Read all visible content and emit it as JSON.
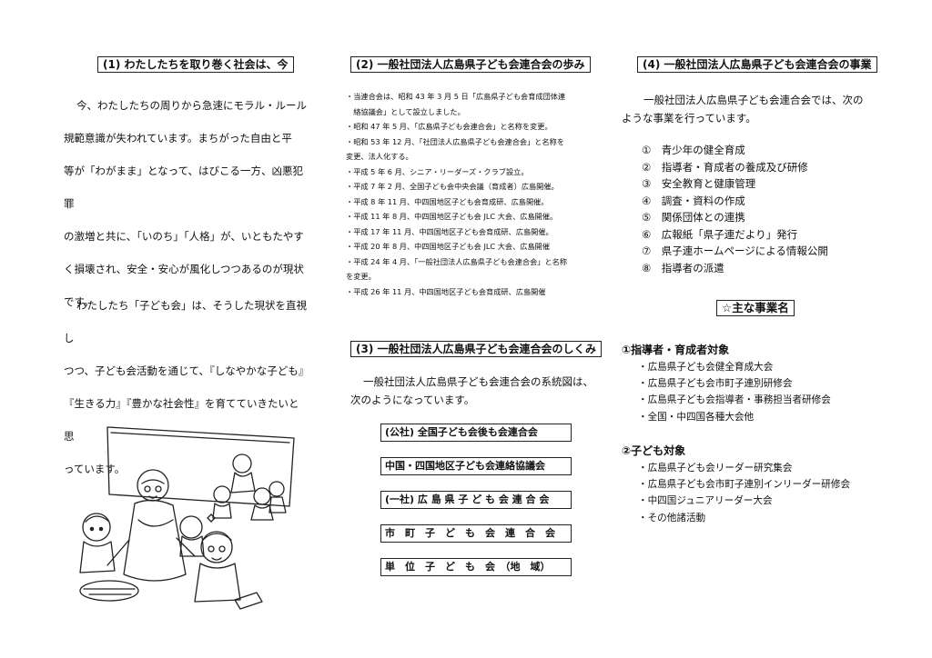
{
  "col1": {
    "heading": "(1) わたしたちを取り巻く社会は、今",
    "p1_lines": [
      "今、わたしたちの周りから急速にモラル・ルール",
      "規範意識が失われています。まちがった自由と平",
      "等が「わがまま」となって、はびこる一方、凶悪犯罪",
      "の激増と共に、「いのち」「人格」が、いともたやす",
      "く損壊され、安全・安心が風化しつつあるのが現状",
      "です。"
    ],
    "p2_lines": [
      "わたしたち「子ども会」は、そうした現状を直視し",
      "つつ、子ども会活動を通じて、『しなやかな子ども』",
      "『生きる力』『豊かな社会性』を育てていきたいと思",
      "っています。"
    ]
  },
  "col2": {
    "heading": "(2) 一般社団法人広島県子ども会連合会の歩み",
    "history": [
      "・当連合会は、昭和 43 年 3 月 5 日「広島県子ども会育成団体連",
      "　絡協議会」として設立しました。",
      "・昭和 47 年 5 月、「広島県子ども会連合会」と名称を変更。",
      "・昭和 53 年 12 月、「社団法人広島県子ども会連合会」と名称を",
      "変更、法人化する。",
      "・平成 5 年 6 月、シニア・リーダーズ・クラブ設立。",
      "・平成 7 年 2 月、全国子ども会中央会議（育成者）広島開催。",
      "・平成 8 年 11 月、中四国地区子ども会育成研、広島開催。",
      "・平成 11 年 8 月、中四国地区子ども会 JLC 大会、広島開催。",
      "・平成 17 年 11 月、中四国地区子ども会育成研、広島開催。",
      "・平成 20 年 8 月、中四国地区子ども会 JLC 大会、広島開催",
      "・平成 24 年 4 月、「一般社団法人広島県子ども会連合会」と名称",
      "を変更。",
      "・平成 26 年 11 月、中四国地区子ども会育成研、広島開催"
    ],
    "heading3": "(3) 一般社団法人広島県子ども会連合会のしくみ",
    "intro_lines": [
      "一般社団法人広島県子ども会連合会の系統図は、",
      "次のようになっています。"
    ],
    "orgs": [
      "(公社) 全国子ども会後も会連合会",
      "中国・四国地区子ども会連絡協議会",
      "(一社) 広 島 県 子 ど も 会 連 合 会",
      "市　町　子　ど　も　会　連　合　会",
      "単　位　子　ど　も　会　（地　域）"
    ]
  },
  "col3": {
    "heading": "(4) 一般社団法人広島県子ども会連合会の事業",
    "intro_lines": [
      "一般社団法人広島県子ども会連合会では、次の",
      "ような事業を行っています。"
    ],
    "items": [
      "①　青少年の健全育成",
      "②　指導者・育成者の養成及び研修",
      "③　安全教育と健康管理",
      "④　調査・資料の作成",
      "⑤　関係団体との連携",
      "⑥　広報紙「県子連だより」発行",
      "⑦　県子連ホームページによる情報公開",
      "⑧　指導者の派遣"
    ],
    "main_label": "☆主な事業名",
    "group1_title": "①指導者・育成者対象",
    "group1_items": [
      "・広島県子ども会健全育成大会",
      "・広島県子ども会市町子連別研修会",
      "・広島県子ども会指導者・事務担当者研修会",
      "・全国・中四国各種大会他"
    ],
    "group2_title": "②子ども対象",
    "group2_items": [
      "・広島県子ども会リーダー研究集会",
      "・広島県子ども会市町子連別インリーダー研修会",
      "・中四国ジュニアリーダー大会",
      "・その他諸活動"
    ]
  }
}
